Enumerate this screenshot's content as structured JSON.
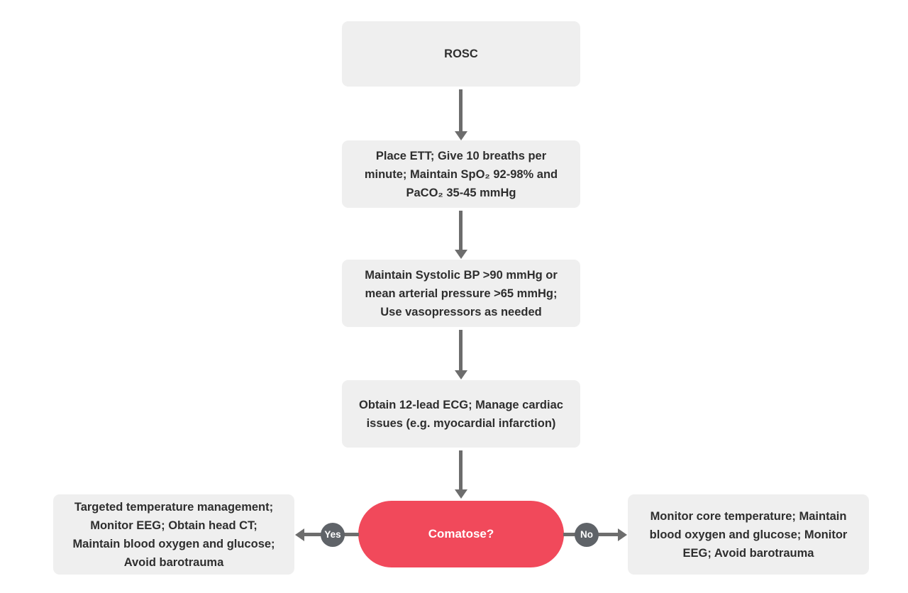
{
  "colors": {
    "box_bg": "#efefef",
    "box_text": "#2e2e2e",
    "decision_bg": "#f1495b",
    "decision_text": "#ffffff",
    "arrow": "#6d6d6d",
    "label_bg": "#5f6368",
    "label_text": "#ffffff"
  },
  "nodes": {
    "rosc": {
      "label": "ROSC"
    },
    "ventilation": {
      "label": "Place ETT; Give 10 breaths per minute; Maintain SpO₂ 92-98% and PaCO₂ 35-45 mmHg"
    },
    "blood_pressure": {
      "label": "Maintain Systolic BP >90 mmHg or mean arterial pressure >65 mmHg; Use vasopressors as needed"
    },
    "ecg": {
      "label": "Obtain 12-lead ECG; Manage cardiac issues (e.g. myocardial infarction)"
    },
    "comatose": {
      "label": "Comatose?"
    },
    "yes_outcome": {
      "label": "Targeted temperature management; Monitor EEG; Obtain head CT; Maintain blood oxygen and glucose; Avoid barotrauma"
    },
    "no_outcome": {
      "label": "Monitor core temperature; Maintain blood oxygen and glucose; Monitor EEG; Avoid barotrauma"
    }
  },
  "edges": {
    "yes_label": "Yes",
    "no_label": "No"
  }
}
